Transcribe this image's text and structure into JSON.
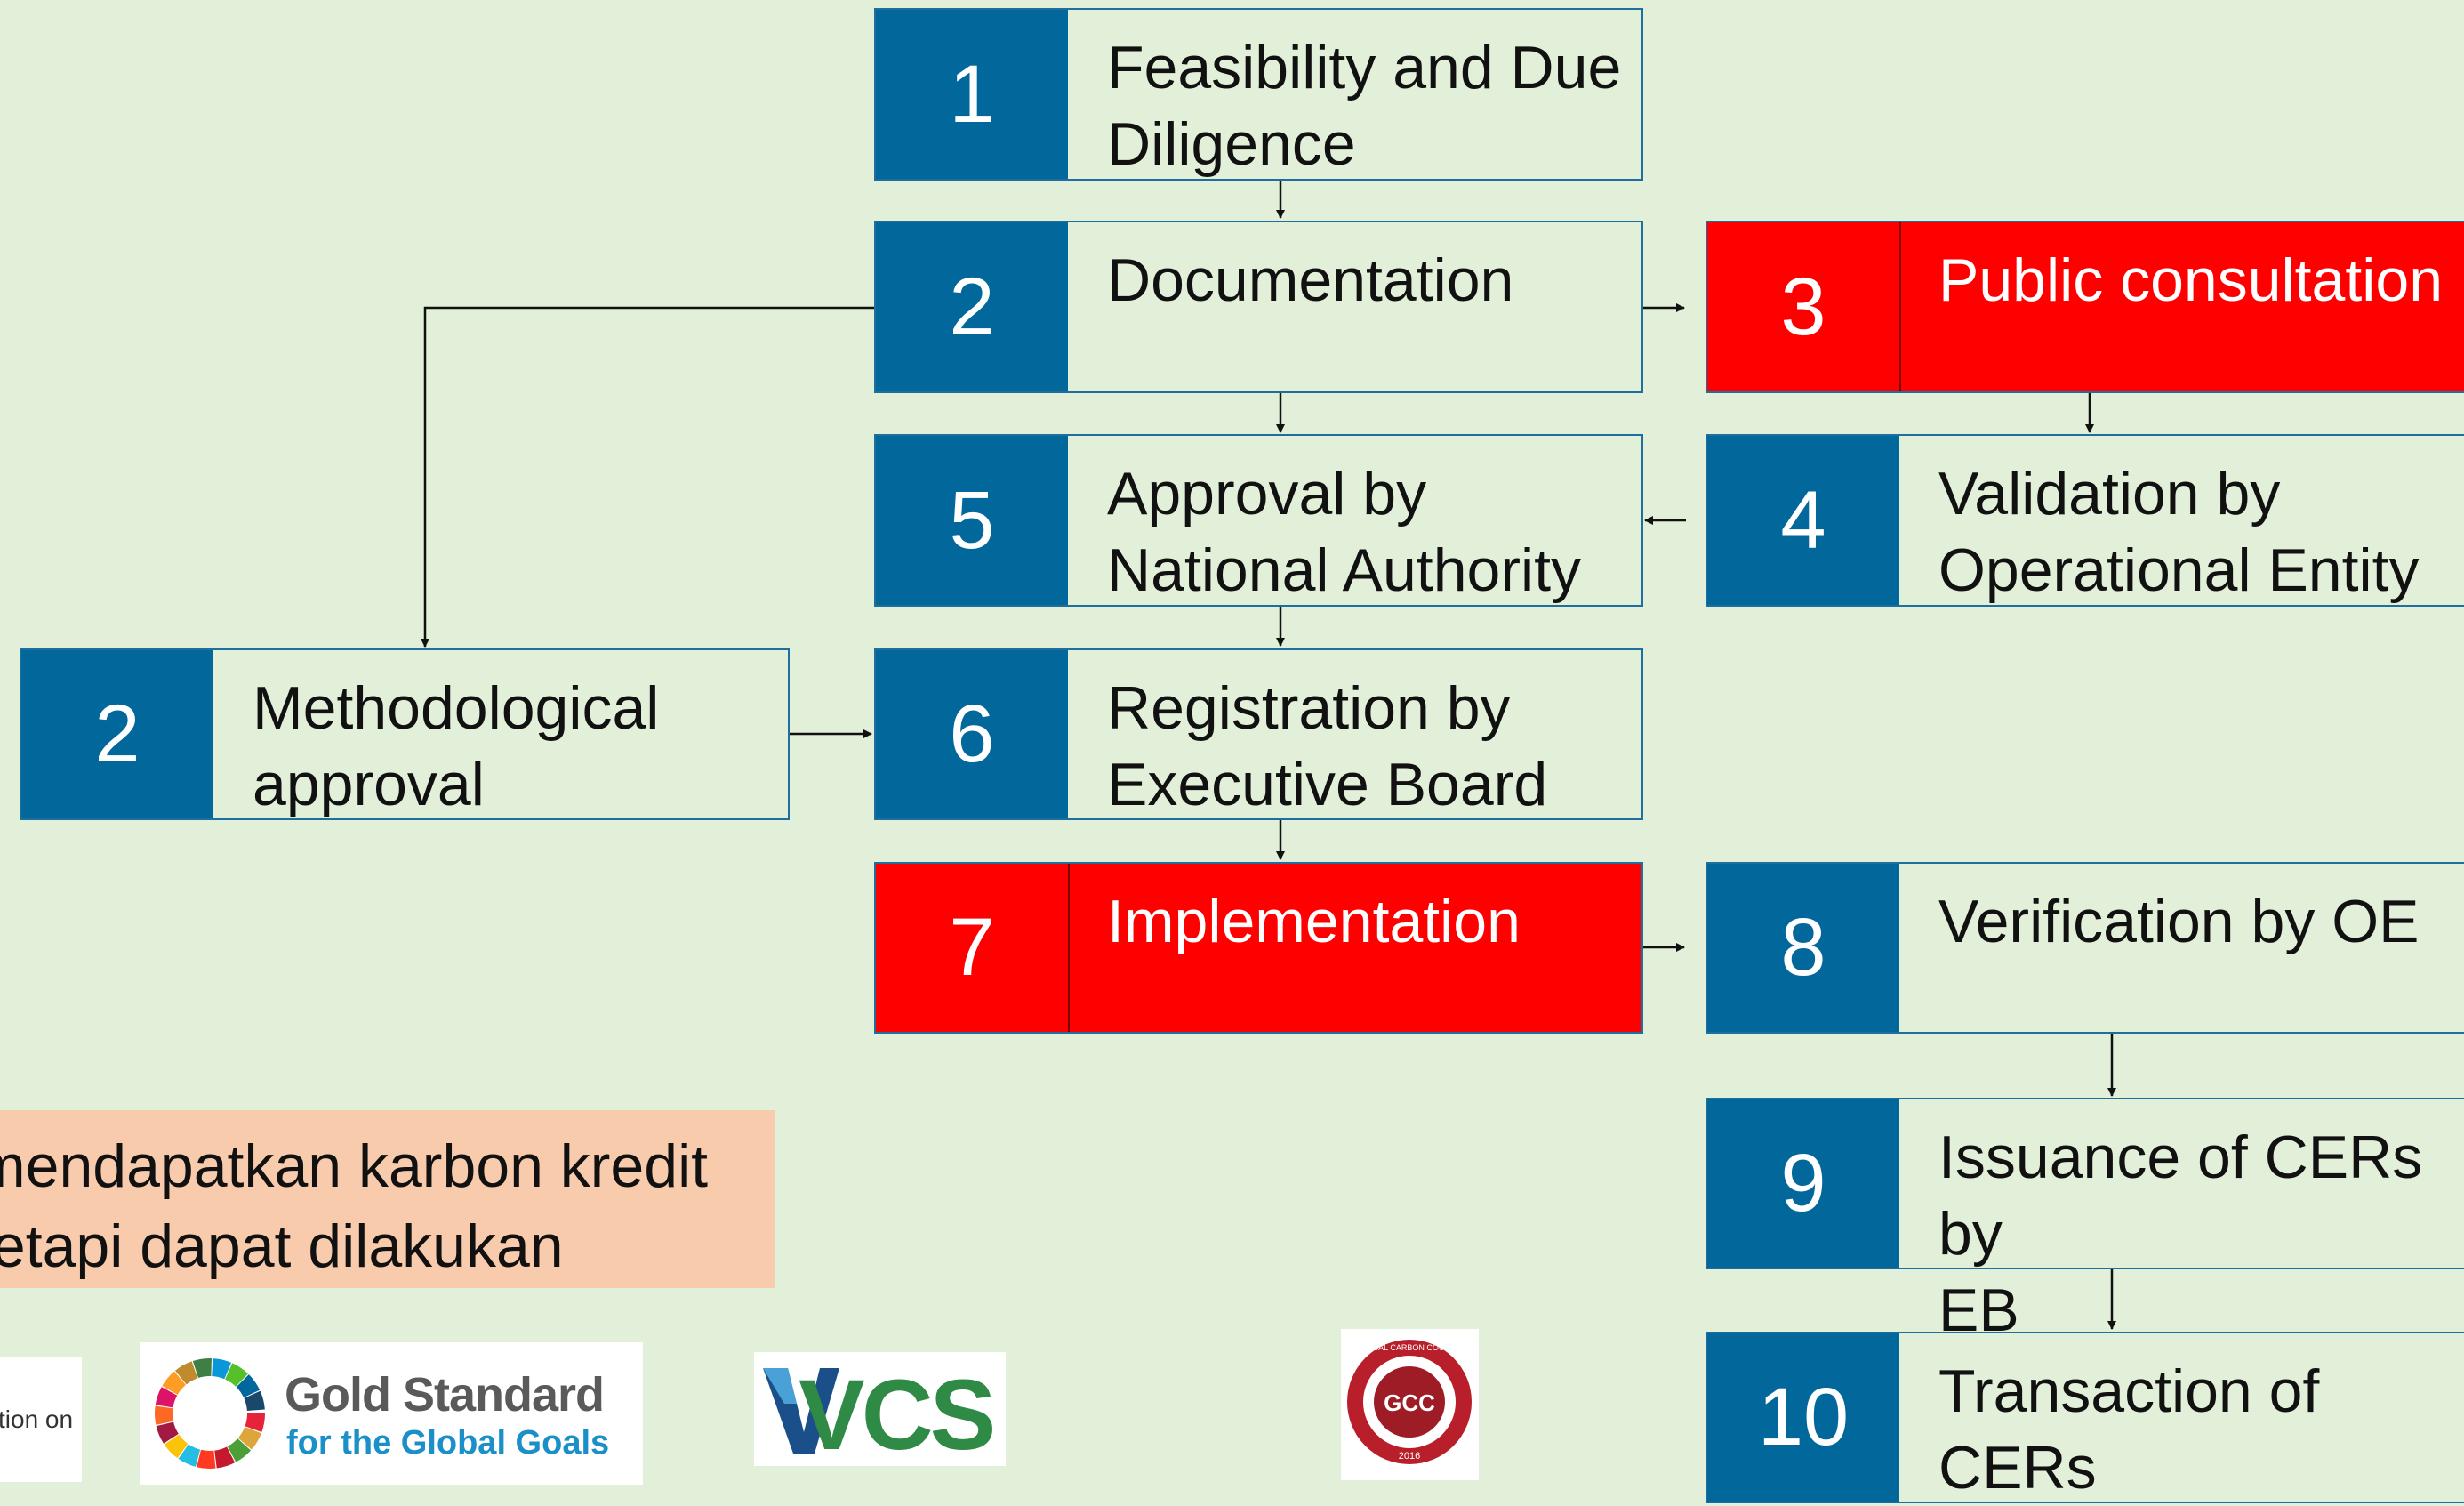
{
  "steps": [
    {
      "num": "1",
      "label": "Feasibility and Due\nDiligence"
    },
    {
      "num": "2",
      "label": "Documentation"
    },
    {
      "num": "3",
      "label": "Public consultation"
    },
    {
      "num": "5",
      "label": "Approval by\nNational Authority"
    },
    {
      "num": "4",
      "label": "Validation by\nOperational Entity"
    },
    {
      "num": "2",
      "label": "Methodological\napproval"
    },
    {
      "num": "6",
      "label": "Registration by\nExecutive Board"
    },
    {
      "num": "7",
      "label": "Implementation"
    },
    {
      "num": "8",
      "label": "Verification by OE"
    },
    {
      "num": "9",
      "label": "Issuance of CERs by\nEB"
    },
    {
      "num": "10",
      "label": "Transaction of\nCERs"
    }
  ],
  "note": {
    "line1": "mendapatkan karbon kredit",
    "line2": "tetapi dapat dilakukan"
  },
  "logos": {
    "partial_text": "tion on",
    "gold_standard_line1": "Gold Standard",
    "gold_standard_line2": "for the Global Goals",
    "vcs": "VCS",
    "gcc": "GCC",
    "gcc_ring": "GLOBAL CARBON COUNCIL",
    "gcc_year": "2016"
  },
  "colors": {
    "background": "#e2efd9",
    "number_block": "#02679b",
    "highlight": "#ff0000",
    "note_background": "#f8cbad"
  }
}
